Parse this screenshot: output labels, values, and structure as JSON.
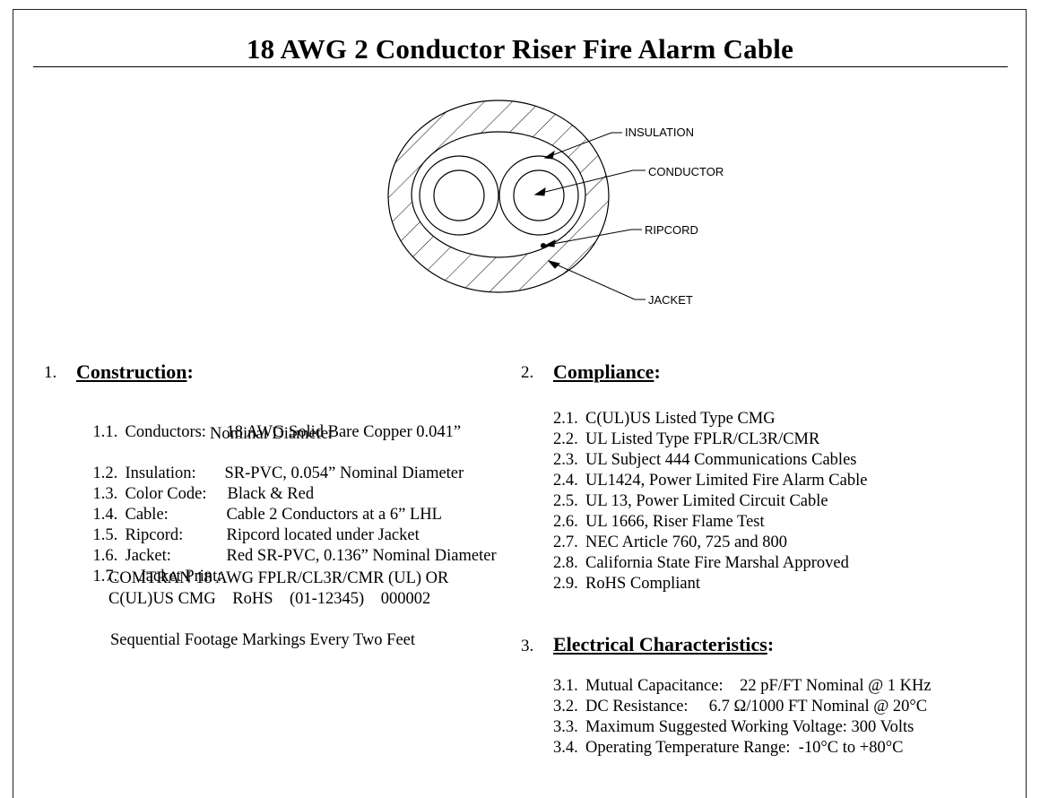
{
  "title": "18 AWG 2 Conductor Riser Fire Alarm Cable",
  "diagram": {
    "labels": {
      "insulation": "INSULATION",
      "conductor": "CONDUCTOR",
      "ripcord": "RIPCORD",
      "jacket": "JACKET"
    }
  },
  "construction": {
    "number": "1.",
    "heading": "Construction",
    "suffix": ":",
    "items": [
      {
        "num": "1.1.",
        "label": "Conductors:",
        "value": "18 AWG Solid Bare Copper 0.041”",
        "value2": "Nominal Diameter"
      },
      {
        "num": "1.2.",
        "label": "Insulation:",
        "value": "SR-PVC, 0.054” Nominal Diameter"
      },
      {
        "num": "1.3.",
        "label": "Color Code:",
        "value": "Black & Red"
      },
      {
        "num": "1.4.",
        "label": "Cable:",
        "value": "Cable 2 Conductors at a 6” LHL"
      },
      {
        "num": "1.5.",
        "label": "Ripcord:",
        "value": "Ripcord located under Jacket"
      },
      {
        "num": "1.6.",
        "label": "Jacket:",
        "value": "Red SR-PVC, 0.136” Nominal Diameter"
      },
      {
        "num": "1.7.",
        "label": "Jacket Print:"
      }
    ],
    "print_line1": "COMTRAN 18 AWG FPLR/CL3R/CMR (UL) OR",
    "print_line2": "C(UL)US CMG    RoHS    (01-12345)    000002",
    "footage": "Sequential Footage Markings Every Two Feet"
  },
  "compliance": {
    "number": "2.",
    "heading": "Compliance",
    "suffix": ":",
    "items": [
      {
        "num": "2.1.",
        "text": "C(UL)US Listed Type CMG"
      },
      {
        "num": "2.2.",
        "text": "UL Listed Type FPLR/CL3R/CMR"
      },
      {
        "num": "2.3.",
        "text": "UL Subject 444 Communications Cables"
      },
      {
        "num": "2.4.",
        "text": "UL1424, Power Limited Fire Alarm Cable"
      },
      {
        "num": "2.5.",
        "text": "UL 13, Power Limited Circuit Cable"
      },
      {
        "num": "2.6.",
        "text": "UL 1666, Riser Flame Test"
      },
      {
        "num": "2.7.",
        "text": "NEC Article 760, 725 and 800"
      },
      {
        "num": "2.8.",
        "text": "California State Fire Marshal Approved"
      },
      {
        "num": "2.9.",
        "text": "RoHS Compliant"
      }
    ]
  },
  "electrical": {
    "number": "3.",
    "heading": "Electrical Characteristics",
    "suffix": ":",
    "items": [
      {
        "num": "3.1.",
        "text": "Mutual Capacitance:    22 pF/FT Nominal @ 1 KHz"
      },
      {
        "num": "3.2.",
        "text": "DC Resistance:     6.7 Ω/1000 FT Nominal @ 20°C"
      },
      {
        "num": "3.3.",
        "text": "Maximum Suggested Working Voltage: 300 Volts"
      },
      {
        "num": "3.4.",
        "text": "Operating Temperature Range:  -10°C to +80°C"
      }
    ]
  }
}
